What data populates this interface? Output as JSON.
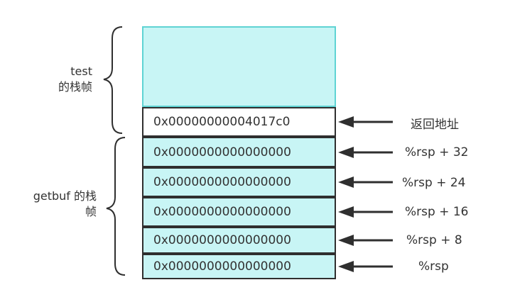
{
  "test_frame_label": [
    "test",
    "的栈帧"
  ],
  "getbuf_frame_label": [
    "getbuf 的栈",
    "帧"
  ],
  "cells": [
    {
      "text": "",
      "fill": "#c8f5f5"
    },
    {
      "text": "0x00000000004017c0",
      "fill": "#ffffff"
    },
    {
      "text": "0x0000000000000000",
      "fill": "#c8f5f5"
    },
    {
      "text": "0x0000000000000000",
      "fill": "#c8f5f5"
    },
    {
      "text": "0x0000000000000000",
      "fill": "#c8f5f5"
    },
    {
      "text": "0x0000000000000000",
      "fill": "#c8f5f5"
    },
    {
      "text": "0x0000000000000000",
      "fill": "#c8f5f5"
    }
  ],
  "pointers": [
    {
      "label": "返回地址"
    },
    {
      "label": "%rsp + 32"
    },
    {
      "label": "%rsp + 24"
    },
    {
      "label": "%rsp + 16"
    },
    {
      "label": "%rsp + 8"
    },
    {
      "label": "%rsp"
    }
  ],
  "colors": {
    "cell_fill": "#c8f5f5",
    "frame_border": "#5fd3d3",
    "line": "#2f2f2f"
  }
}
